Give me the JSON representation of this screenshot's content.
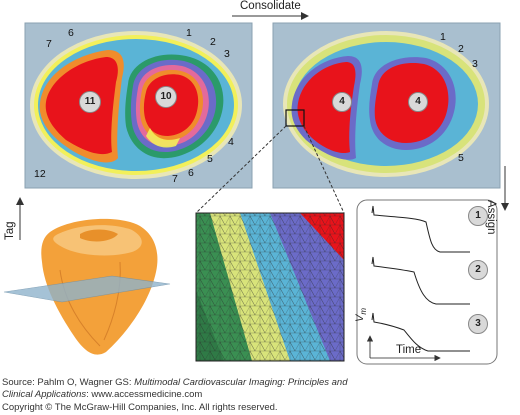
{
  "diagram": {
    "arrows": {
      "consolidate": "Consolidate",
      "assign": "Assign",
      "tag": "Tag"
    },
    "left_panel": {
      "region_labels": [
        "1",
        "2",
        "3",
        "4",
        "5",
        "6",
        "7",
        "6",
        "7",
        "10",
        "11",
        "12"
      ]
    },
    "right_panel": {
      "region_labels": [
        "1",
        "2",
        "3",
        "4",
        "4",
        "5"
      ]
    },
    "action_potentials": {
      "trace_labels": [
        "1",
        "2",
        "3"
      ],
      "y_axis_label": "V",
      "y_axis_subscript": "m",
      "x_axis_label": "Time"
    },
    "colors": {
      "background": "#a9bfcf",
      "outer_band": "#d8e37a",
      "inner_band": "#5ab4d6",
      "core": "#e8131b",
      "orange_band": "#f08c2c",
      "purple_band": "#6b6bc8",
      "pink_band": "#e36a9c",
      "green_band": "#2b9a6a",
      "heart": "#f3a13a"
    }
  },
  "source": {
    "prefix": "Source: Pahlm O, Wagner GS: ",
    "title_line1": "Multimodal Cardiovascular Imaging: Principles and",
    "title_line2": "Clinical Applications",
    "suffix": ": www.accessmedicine.com",
    "copyright": "Copyright © The McGraw-Hill Companies, Inc. All rights reserved."
  }
}
